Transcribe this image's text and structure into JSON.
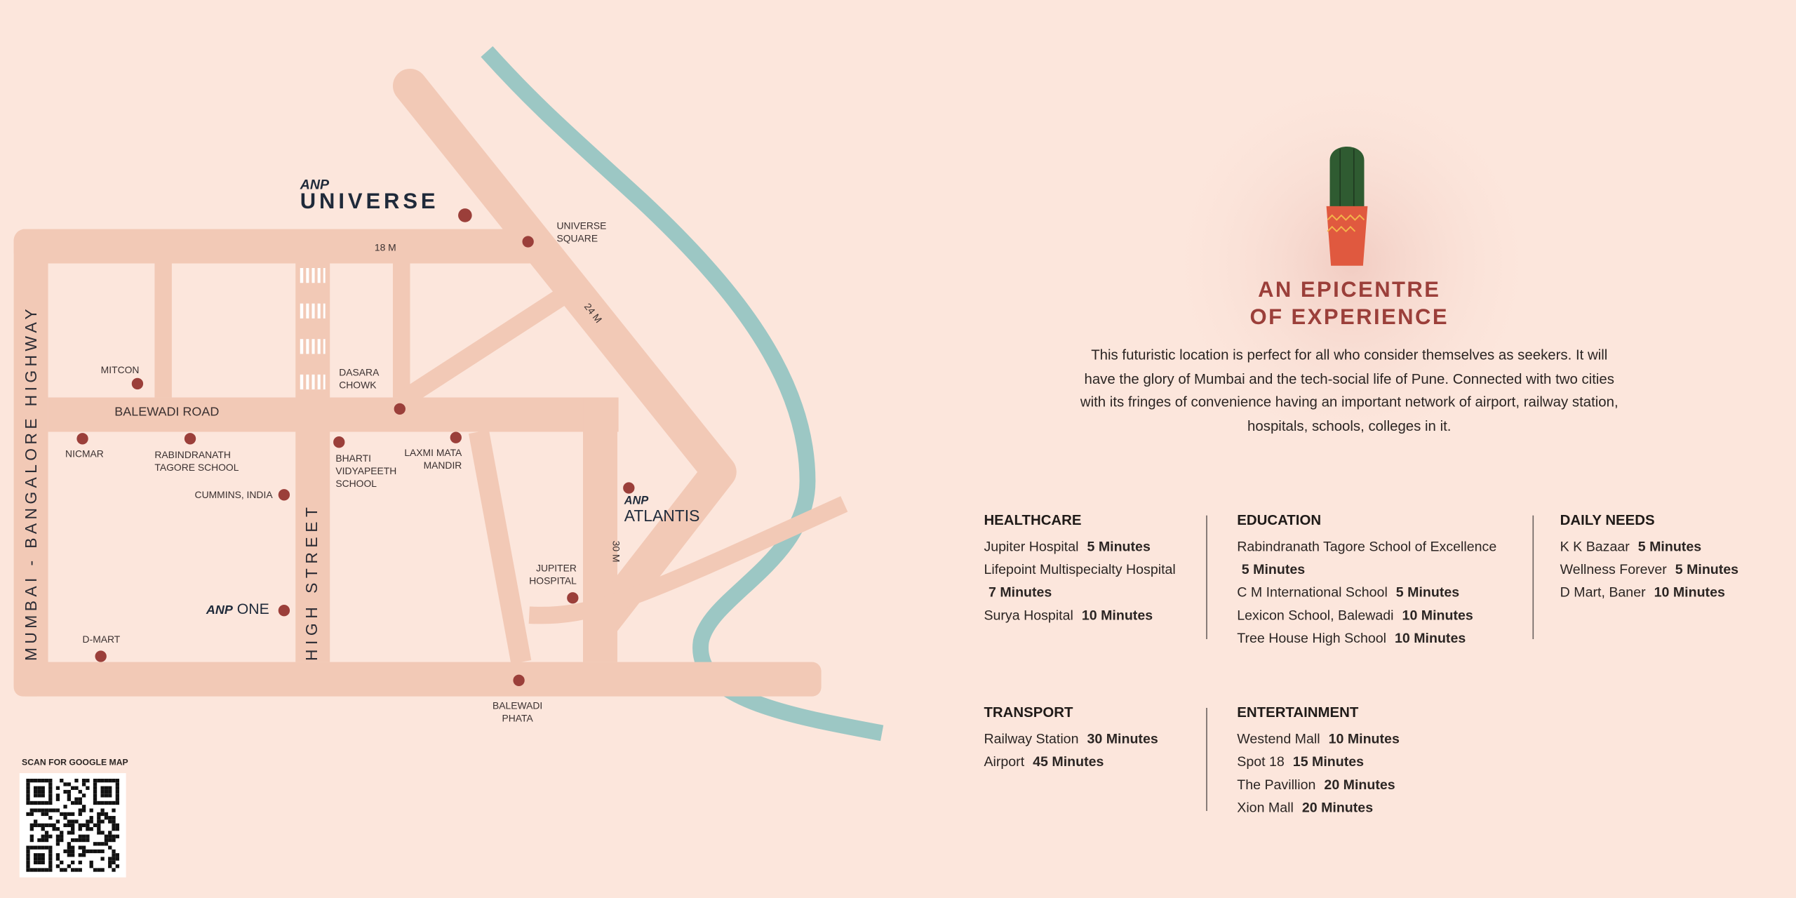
{
  "map": {
    "road_labels": {
      "m18": "18 M",
      "m24": "24 M",
      "m30": "30 M",
      "balewadi_road": "BALEWADI ROAD",
      "high_street": "HIGH STREET",
      "highway": "MUMBAI - BANGALORE HIGHWAY"
    },
    "projects": {
      "universe": {
        "brand": "ANP",
        "name": "UNIVERSE"
      },
      "atlantis": {
        "brand": "ANP",
        "name": "ATLANTIS"
      },
      "one": {
        "brand": "ANP",
        "name": "ONE"
      }
    },
    "landmarks": {
      "universe_square": "UNIVERSE\nSQUARE",
      "mitcon": "MITCON",
      "dasara_chowk": "DASARA\nCHOWK",
      "nicmar": "NICMAR",
      "rabindranath": "RABINDRANATH\nTAGORE SCHOOL",
      "bharti": "BHARTI\nVIDYAPEETH\nSCHOOL",
      "laxmi": "LAXMI MATA\nMANDIR",
      "cummins": "CUMMINS, INDIA",
      "jupiter": "JUPITER\nHOSPITAL",
      "dmart": "D-MART",
      "balewadi_phata": "BALEWADI\nPHATA"
    },
    "colors": {
      "road": "#f2c9b6",
      "river": "#9cc7c4",
      "dot": "#9b3f3a",
      "background": "#fce6dc"
    }
  },
  "qr": {
    "label": "SCAN FOR GOOGLE MAP"
  },
  "hero": {
    "title_line1": "AN EPICENTRE",
    "title_line2": "OF EXPERIENCE",
    "description": "This futuristic location is perfect for all who consider themselves as seekers. It will have the glory of Mumbai and the tech-social life of Pune. Connected with two cities with its fringes of convenience having an important network of airport, railway station, hospitals, schools, colleges in it."
  },
  "sections": {
    "healthcare": {
      "title": "HEALTHCARE",
      "items": [
        {
          "name": "Jupiter Hospital",
          "time": "5 Minutes"
        },
        {
          "name": "Lifepoint Multispecialty Hospital",
          "time": "7 Minutes"
        },
        {
          "name": "Surya Hospital",
          "time": "10 Minutes"
        }
      ]
    },
    "education": {
      "title": "EDUCATION",
      "items": [
        {
          "name": "Rabindranath Tagore School of Excellence",
          "time": "5 Minutes"
        },
        {
          "name": "C M International School",
          "time": "5 Minutes"
        },
        {
          "name": "Lexicon School, Balewadi",
          "time": "10 Minutes"
        },
        {
          "name": "Tree House High School",
          "time": "10 Minutes"
        }
      ]
    },
    "daily_needs": {
      "title": "DAILY NEEDS",
      "items": [
        {
          "name": "K K Bazaar",
          "time": "5 Minutes"
        },
        {
          "name": "Wellness Forever",
          "time": "5 Minutes"
        },
        {
          "name": "D Mart, Baner",
          "time": "10 Minutes"
        }
      ]
    },
    "transport": {
      "title": "TRANSPORT",
      "items": [
        {
          "name": "Railway Station",
          "time": "30 Minutes"
        },
        {
          "name": "Airport",
          "time": "45 Minutes"
        }
      ]
    },
    "entertainment": {
      "title": "ENTERTAINMENT",
      "items": [
        {
          "name": "Westend Mall",
          "time": "10 Minutes"
        },
        {
          "name": "Spot 18",
          "time": "15 Minutes"
        },
        {
          "name": "The Pavillion",
          "time": "20 Minutes"
        },
        {
          "name": "Xion Mall",
          "time": "20 Minutes"
        }
      ]
    }
  }
}
